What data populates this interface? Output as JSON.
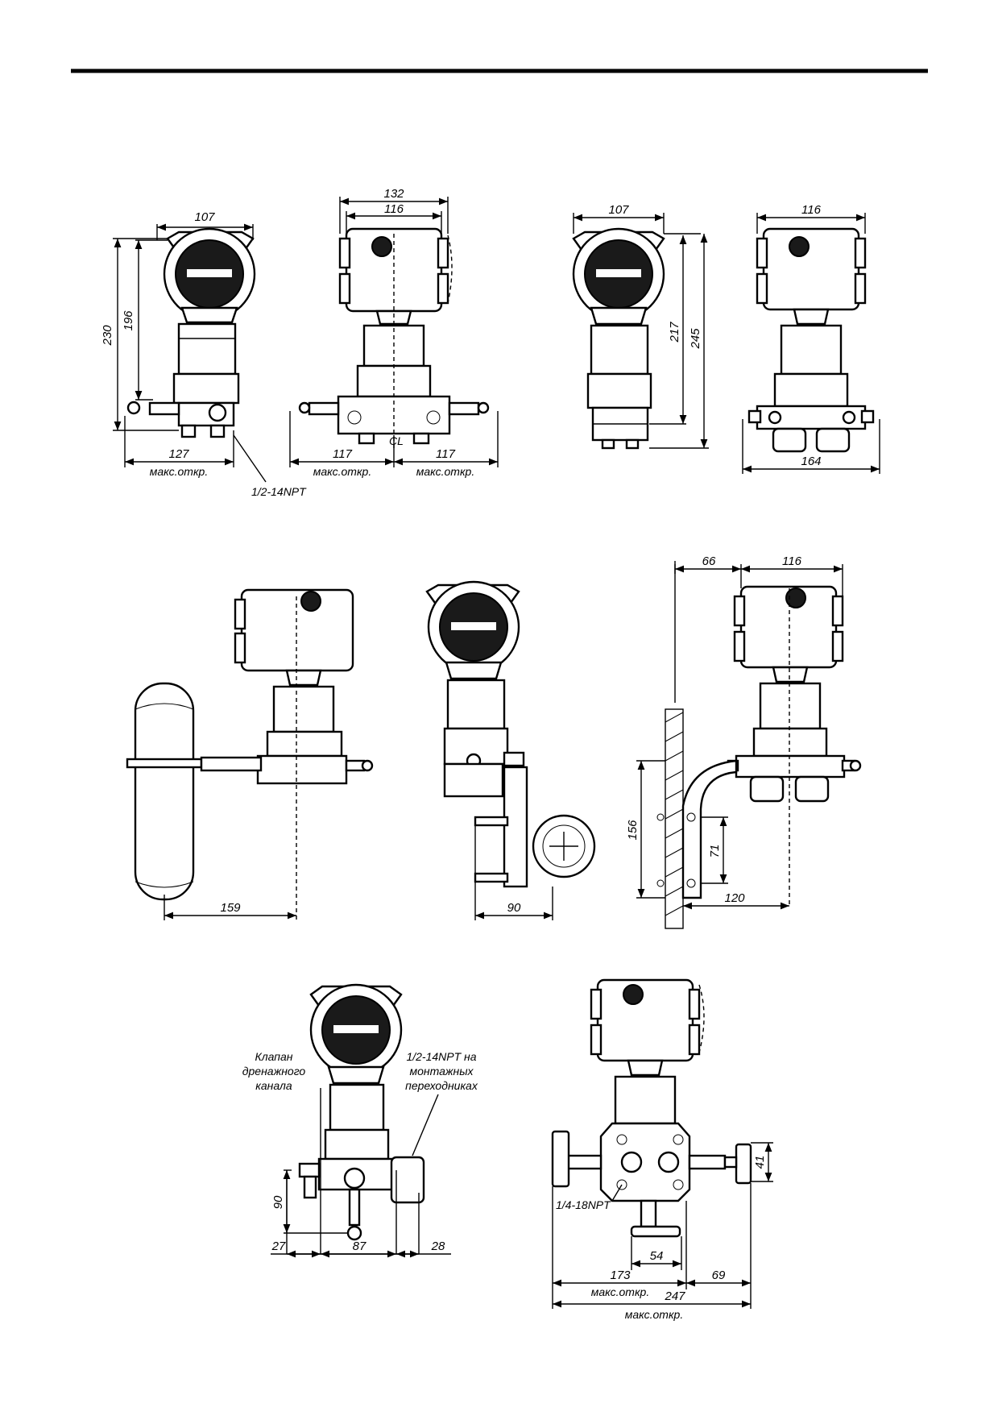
{
  "sheet": {
    "rule_color": "#000000"
  },
  "views": {
    "front_1": {
      "dim_width": "107",
      "dim_height_outer": "230",
      "dim_height_inner": "196",
      "dim_bottom": "127",
      "dim_bottom_note": "макс.откр.",
      "thread_label": "1/2-14NPT"
    },
    "side_1": {
      "dim_width_outer": "132",
      "dim_width_inner": "116",
      "dim_left": "117",
      "dim_left_note": "макс.откр.",
      "dim_right": "117",
      "dim_right_note": "макс.откр.",
      "centerline_label": "CL"
    },
    "front_2": {
      "dim_width": "107",
      "dim_height_inner": "217",
      "dim_height_outer": "245"
    },
    "side_2": {
      "dim_width": "116",
      "dim_bottom": "164"
    },
    "pipe_mount": {
      "dim_bottom": "159"
    },
    "pipe_mount_front": {
      "dim_bottom": "90"
    },
    "wall_mount": {
      "dim_offset": "66",
      "dim_width": "116",
      "dim_height": "156",
      "dim_bolt": "71",
      "dim_bottom": "120"
    },
    "drain_view": {
      "label_valve": [
        "Клапан",
        "дренажного",
        "канала"
      ],
      "label_thread": [
        "1/2-14NPT на",
        "монтажных",
        "переходниках"
      ],
      "dim_height": "90",
      "dim_left": "27",
      "dim_mid": "87",
      "dim_right": "28"
    },
    "manifold_view": {
      "thread_label": "1/4-18NPT",
      "dim_height": "41",
      "dim_small": "54",
      "dim_left": "173",
      "dim_left_note": "макс.откр.",
      "dim_right": "69",
      "dim_total": "247",
      "dim_total_note": "макс.откр."
    }
  }
}
